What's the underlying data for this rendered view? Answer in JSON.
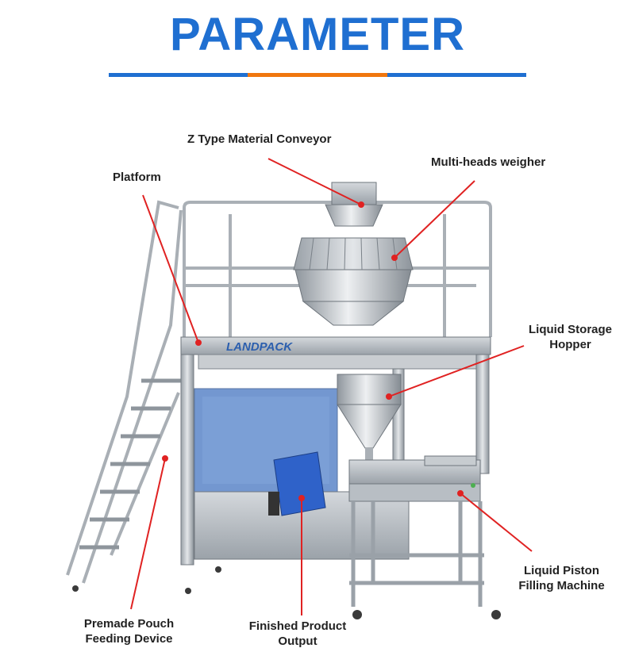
{
  "header": {
    "title": "PARAMETER",
    "accent_colors": {
      "primary": "#1f6fd1",
      "secondary": "#f0760e"
    }
  },
  "diagram": {
    "brand_logo_text": "LANDPACK",
    "pointer_color": "#e02222",
    "labels": {
      "conveyor": "Z Type Material Conveyor",
      "weigher": "Multi-heads weigher",
      "platform": "Platform",
      "hopper_line1": "Liquid Storage",
      "hopper_line2": "Hopper",
      "piston_line1": "Liquid Piston",
      "piston_line2": "Filling Machine",
      "pouch_line1": "Premade Pouch",
      "pouch_line2": "Feeding Device",
      "output_line1": "Finished Product",
      "output_line2": "Output"
    }
  }
}
